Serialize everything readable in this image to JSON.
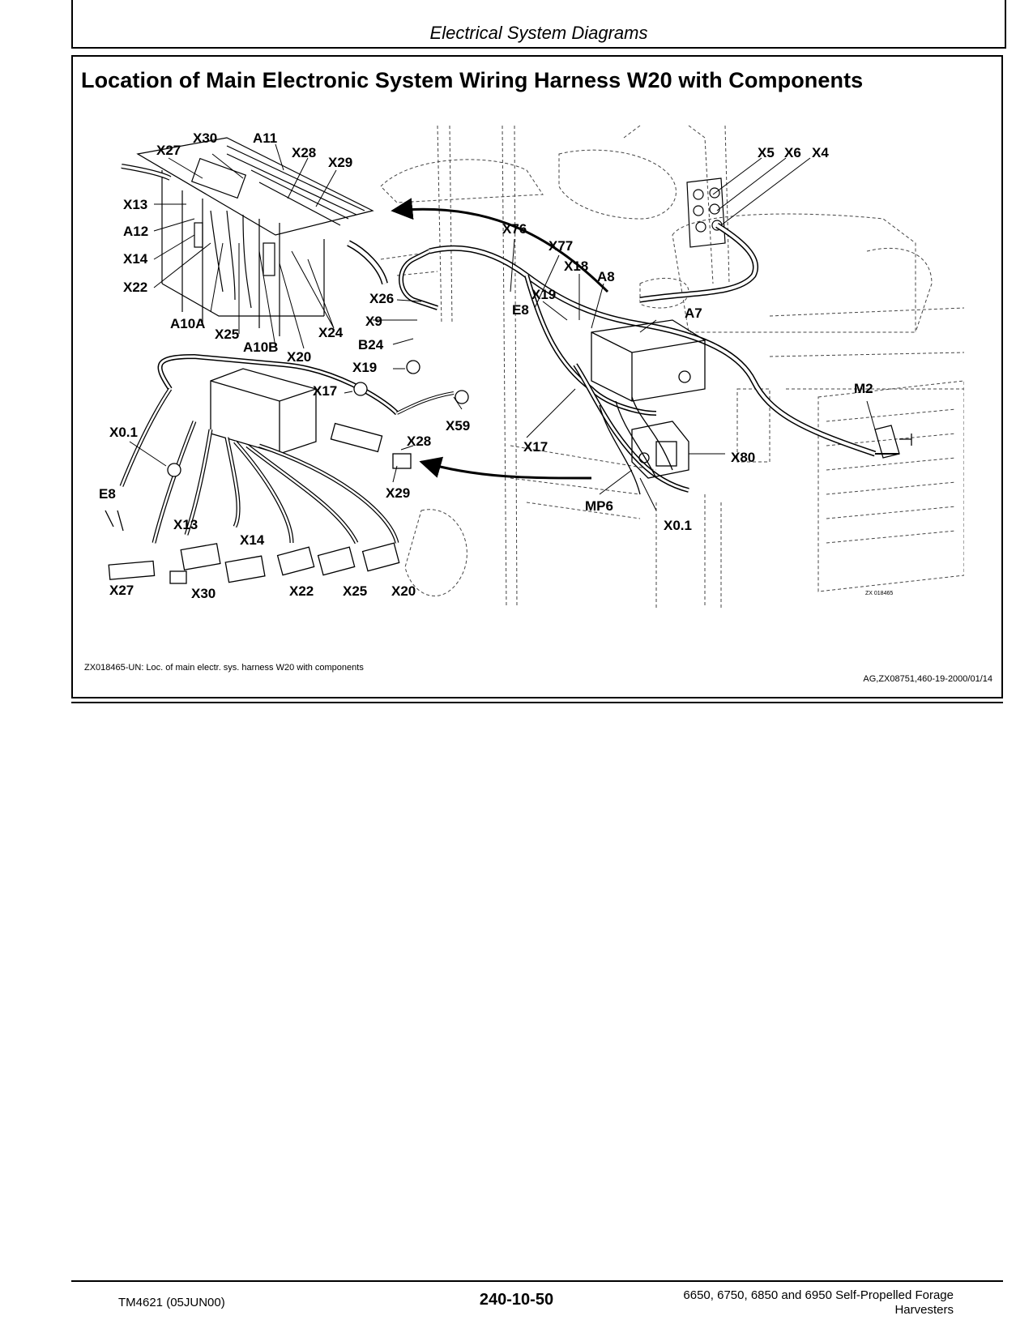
{
  "header": {
    "title": "Electrical System Diagrams"
  },
  "section": {
    "title": "Location of Main Electronic System Wiring Harness W20 with Components"
  },
  "figure": {
    "art_id": "ZX 018465",
    "caption": "ZX018465-UN: Loc. of main electr. sys. harness W20 with components",
    "reference": "AG,ZX08751,460-19-2000/01/14",
    "labels": {
      "x30_top": "X30",
      "a11": "A11",
      "x27_top": "X27",
      "x28_top": "X28",
      "x29_top": "X29",
      "x13_top": "X13",
      "a12": "A12",
      "x14_top": "X14",
      "x22_top": "X22",
      "a10a": "A10A",
      "x25_top": "X25",
      "a10b": "A10B",
      "x20_top": "X20",
      "x24": "X24",
      "x5": "X5",
      "x6": "X6",
      "x4": "X4",
      "x76": "X76",
      "x77": "X77",
      "x18": "X18",
      "a8": "A8",
      "x19_top": "X19",
      "e8_top": "E8",
      "x26": "X26",
      "x9": "X9",
      "b24": "B24",
      "a7": "A7",
      "x19_mid": "X19",
      "x17_mid": "X17",
      "x59": "X59",
      "m2": "M2",
      "x0_1_left": "X0.1",
      "x28_mid": "X28",
      "x29_mid": "X29",
      "x17_right": "X17",
      "x80": "X80",
      "mp6": "MP6",
      "x0_1_right": "X0.1",
      "e8_left": "E8",
      "x13_low": "X13",
      "x14_low": "X14",
      "x27_low": "X27",
      "x30_low": "X30",
      "x22_low": "X22",
      "x25_low": "X25",
      "x20_low": "X20"
    }
  },
  "footer": {
    "doc": "TM4621 (05JUN00)",
    "page": "240-10-50",
    "models": "6650, 6750, 6850 and 6950 Self-Propelled Forage Harvesters"
  }
}
